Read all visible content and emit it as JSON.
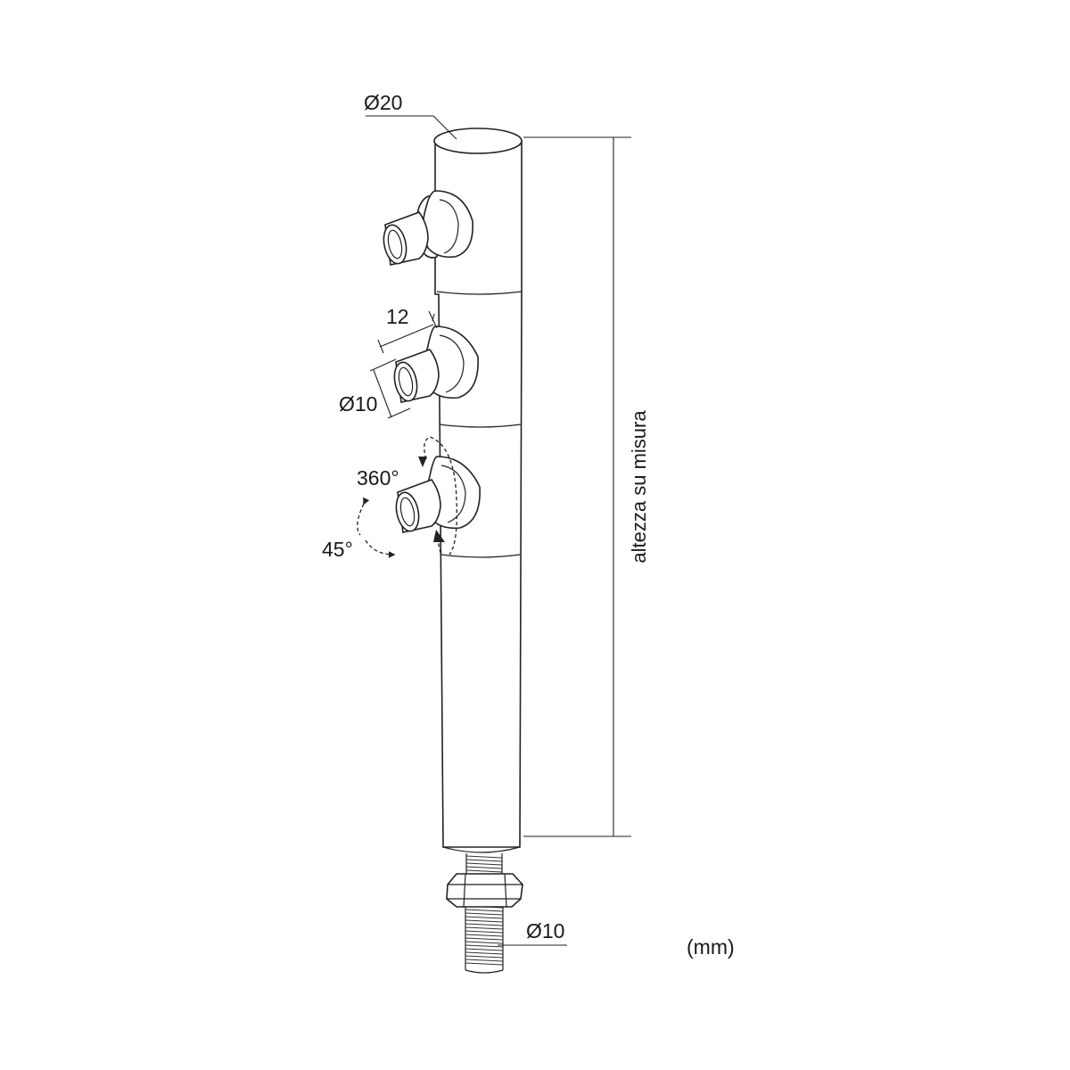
{
  "labels": {
    "top_diameter": "Ø20",
    "arm_length": "12",
    "arm_diameter": "Ø10",
    "rotation": "360°",
    "tilt": "45°",
    "height": "altezza su misura",
    "thread_diameter": "Ø10",
    "units": "(mm)"
  }
}
